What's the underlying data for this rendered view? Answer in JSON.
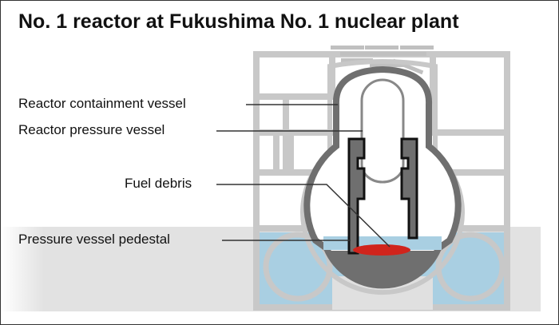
{
  "title": "No. 1 reactor at Fukushima No. 1 nuclear plant",
  "labels": {
    "containment": "Reactor containment vessel",
    "pressure": "Reactor pressure vessel",
    "debris": "Fuel debris",
    "pedestal": "Pressure vessel pedestal"
  },
  "colors": {
    "building": "#c8c8c8",
    "vessel": "#6f6f6f",
    "water": "#a9cfe2",
    "debris": "#d0241c"
  }
}
